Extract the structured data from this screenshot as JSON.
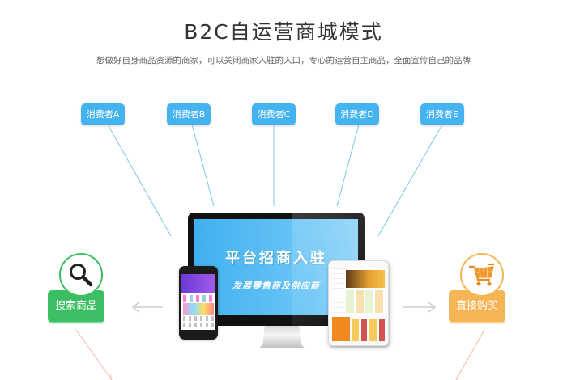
{
  "header": {
    "title": "B2C自运营商城模式",
    "subtitle": "想做好自身商品资源的商家，可以关闭商家入驻的入口，专心的运营自主商品，全面宣传自己的品牌"
  },
  "consumers": [
    {
      "label": "消费者A"
    },
    {
      "label": "消费者B"
    },
    {
      "label": "消费者C"
    },
    {
      "label": "消费者D"
    },
    {
      "label": "消费者E"
    }
  ],
  "platform": {
    "screen_title": "平台招商入驻",
    "screen_subtitle": "发展零售商及供应商",
    "devices": [
      "desktop-monitor",
      "smartphone",
      "tablet"
    ]
  },
  "actions": {
    "left": {
      "label": "搜索商品",
      "icon": "search-icon",
      "color": "#3cbf63"
    },
    "right": {
      "label": "直接购买",
      "icon": "shopping-cart-icon",
      "color": "#f5b554"
    }
  },
  "colors": {
    "consumer_badge": "#44b3f0",
    "connector_line": "#7cc7e6",
    "arrow_gray": "#cccccc",
    "bottom_line": "#f4b9a6"
  }
}
